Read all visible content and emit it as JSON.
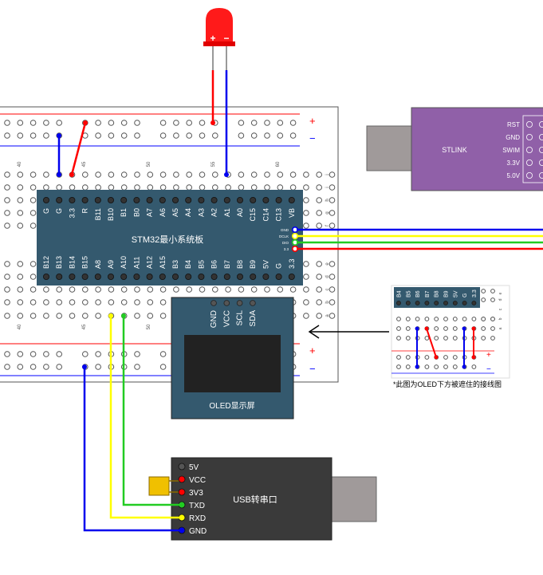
{
  "breadboard": {
    "column_numbers": [
      "40",
      "45",
      "50",
      "55",
      "60"
    ],
    "row_letters": [
      "j",
      "i",
      "h",
      "g",
      "f",
      "e",
      "d",
      "c",
      "b",
      "a"
    ],
    "rail_signs": [
      "+",
      "−",
      "+",
      "−"
    ]
  },
  "led": {
    "plus": "+",
    "minus": "−"
  },
  "stm32": {
    "title": "STM32最小系统板",
    "top_pins": [
      "G",
      "G",
      "3.3",
      "R",
      "B11",
      "B10",
      "B1",
      "B0",
      "A7",
      "A6",
      "A5",
      "A4",
      "A3",
      "A2",
      "A1",
      "A0",
      "C15",
      "C14",
      "C13",
      "VB"
    ],
    "bottom_pins": [
      "B12",
      "B13",
      "B14",
      "B15",
      "A8",
      "A9",
      "A10",
      "A11",
      "A12",
      "A15",
      "B3",
      "B4",
      "B5",
      "B6",
      "B7",
      "B8",
      "B9",
      "5V",
      "G",
      "3.3"
    ],
    "swd_pins": [
      "GND",
      "DCLK",
      "DIO",
      "3.3"
    ]
  },
  "stlink": {
    "label": "STLINK",
    "pins": [
      "RST",
      "GND",
      "SWIM",
      "3.3V",
      "5.0V"
    ]
  },
  "oled": {
    "label": "OLED显示屏",
    "pins": [
      "GND",
      "VCC",
      "SCL",
      "SDA"
    ]
  },
  "usb_serial": {
    "label": "USB转串口",
    "pins": [
      "5V",
      "VCC",
      "3V3",
      "TXD",
      "RXD",
      "GND"
    ]
  },
  "inset": {
    "pins": [
      "B4",
      "B5",
      "B6",
      "B7",
      "B8",
      "B9",
      "5V",
      "G",
      "3.3"
    ],
    "caption": "*此图为OLED下方被遮住的接线图",
    "row_letters": [
      "e",
      "d",
      "c",
      "b",
      "a"
    ],
    "rail_signs": [
      "+",
      "−"
    ]
  },
  "colors": {
    "board_blue": "#34596e",
    "stlink_purple": "#9060a8",
    "usb_dark": "#3a3a3a",
    "oled_board": "#34596e",
    "oled_screen": "#222222",
    "wire_red": "#ff0000",
    "wire_blue": "#0000ee",
    "wire_yellow": "#ffff00",
    "wire_green": "#22cc22"
  }
}
